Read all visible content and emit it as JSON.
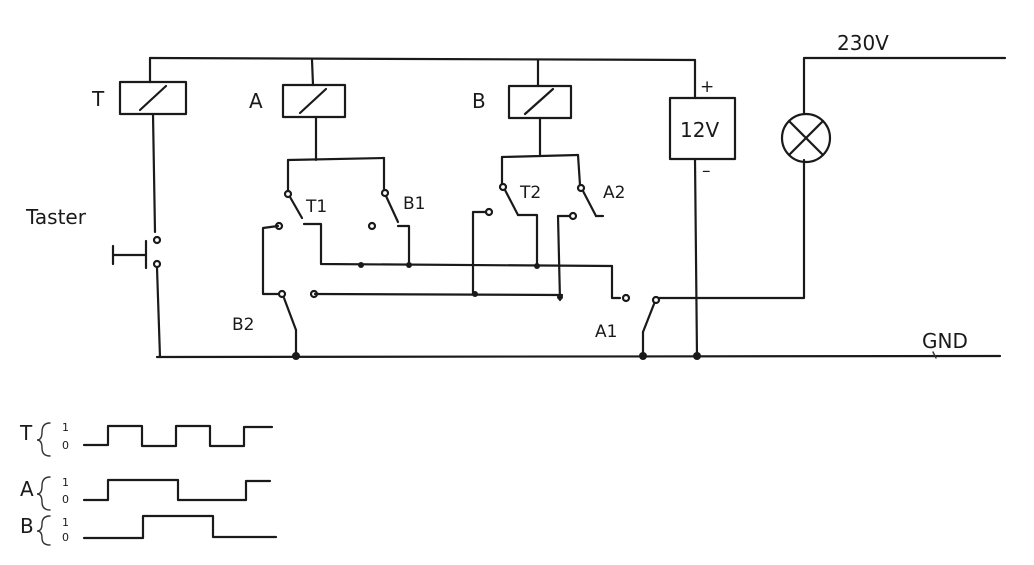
{
  "labels": {
    "supply_230": "230V",
    "ground": "GND",
    "battery": "12V",
    "battery_plus": "+",
    "battery_minus": "–",
    "push_button": "Taster",
    "relay_t": "T",
    "relay_a": "A",
    "relay_b": "B",
    "contact_t1": "T1",
    "contact_b1": "B1",
    "contact_t2": "T2",
    "contact_a2": "A2",
    "contact_b2": "B2",
    "contact_a1": "A1"
  },
  "timing": {
    "level_high": "1",
    "level_low": "0",
    "signals": [
      {
        "name": "T",
        "levels": [
          0,
          1,
          0,
          1,
          0,
          1
        ]
      },
      {
        "name": "A",
        "levels": [
          0,
          1,
          0,
          1
        ]
      },
      {
        "name": "B",
        "levels": [
          0,
          1,
          0
        ]
      }
    ]
  }
}
